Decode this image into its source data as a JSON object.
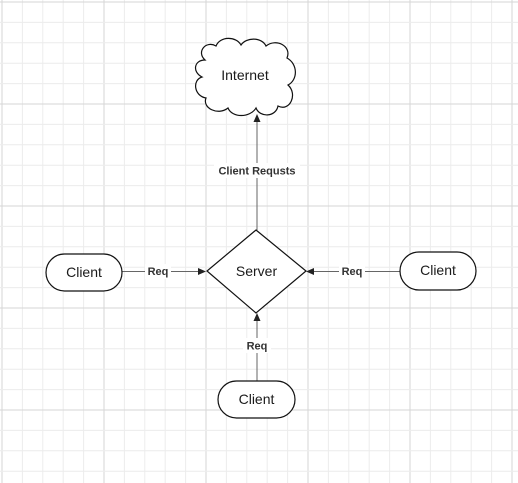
{
  "diagram": {
    "nodes": {
      "internet": {
        "label": "Internet",
        "shape": "cloud"
      },
      "server": {
        "label": "Server",
        "shape": "diamond"
      },
      "client_left": {
        "label": "Client",
        "shape": "rounded-rect"
      },
      "client_right": {
        "label": "Client",
        "shape": "rounded-rect"
      },
      "client_bottom": {
        "label": "Client",
        "shape": "rounded-rect"
      }
    },
    "edges": {
      "server_to_internet": {
        "label": "Client Requsts",
        "from": "server",
        "to": "internet"
      },
      "left_to_server": {
        "label": "Req",
        "from": "client_left",
        "to": "server"
      },
      "right_to_server": {
        "label": "Req",
        "from": "client_right",
        "to": "server"
      },
      "bottom_to_server": {
        "label": "Req",
        "from": "client_bottom",
        "to": "server"
      }
    },
    "colors": {
      "grid_minor": "#ececec",
      "grid_major": "#d6d6d6",
      "stroke": "#111111",
      "edge": "#666666"
    }
  }
}
